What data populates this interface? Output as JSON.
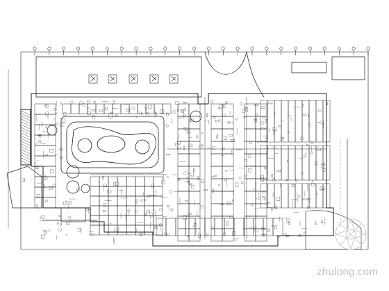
{
  "drawing": {
    "room_tag_left": "2",
    "room_tag_right": "1",
    "grid_bubble_count_top": 24
  },
  "watermark": {
    "text": "zhulong.com"
  },
  "colors": {
    "line": "#1a1a1a",
    "detail": "#3a3a3a",
    "watermark": "#b9c1c8"
  }
}
